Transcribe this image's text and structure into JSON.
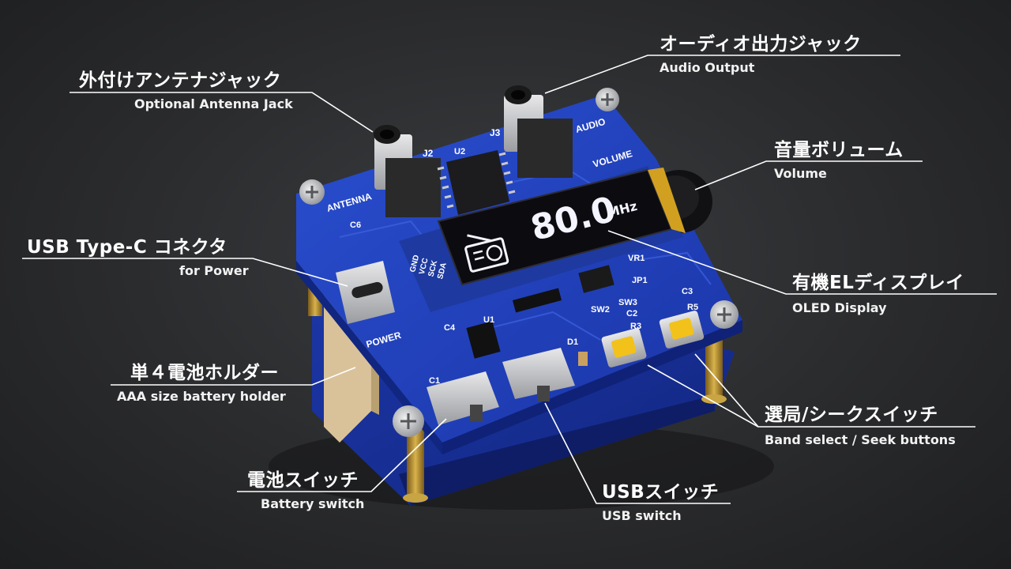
{
  "oled": {
    "frequency": "80.0",
    "unit": "MHz"
  },
  "silkscreen": {
    "antenna": "ANTENNA",
    "audio": "AUDIO",
    "volume": "VOLUME",
    "power": "POWER",
    "j2": "J2",
    "j3": "J3",
    "u1": "U1",
    "u2": "U2",
    "vr1": "VR1",
    "jp1": "JP1",
    "sw2": "SW2",
    "sw3": "SW3",
    "c1": "C1",
    "c2": "C2",
    "c3": "C3",
    "c4": "C4",
    "c6": "C6",
    "r3": "R3",
    "r5": "R5",
    "d1": "D1",
    "pin_gnd": "GND",
    "pin_vcc": "VCC",
    "pin_scl": "SCK",
    "pin_sda": "SDA"
  },
  "callouts": [
    {
      "jp": "外付けアンテナジャック",
      "en": "Optional Antenna Jack"
    },
    {
      "jp": "オーディオ出力ジャック",
      "en": "Audio Output"
    },
    {
      "jp": "音量ボリューム",
      "en": "Volume"
    },
    {
      "jp": "USB Type-C コネクタ",
      "en": "for Power"
    },
    {
      "jp": "有機ELディスプレイ",
      "en": "OLED Display"
    },
    {
      "jp": "単４電池ホルダー",
      "en": "AAA size battery holder"
    },
    {
      "jp": "選局/シークスイッチ",
      "en": "Band select / Seek buttons"
    },
    {
      "jp": "電池スイッチ",
      "en": "Battery switch"
    },
    {
      "jp": "USBスイッチ",
      "en": "USB switch"
    }
  ],
  "colors": {
    "pcb": "#1f3db4",
    "pcb_dark": "#142a85",
    "label": "#ffffff",
    "button": "#f2c21a"
  }
}
